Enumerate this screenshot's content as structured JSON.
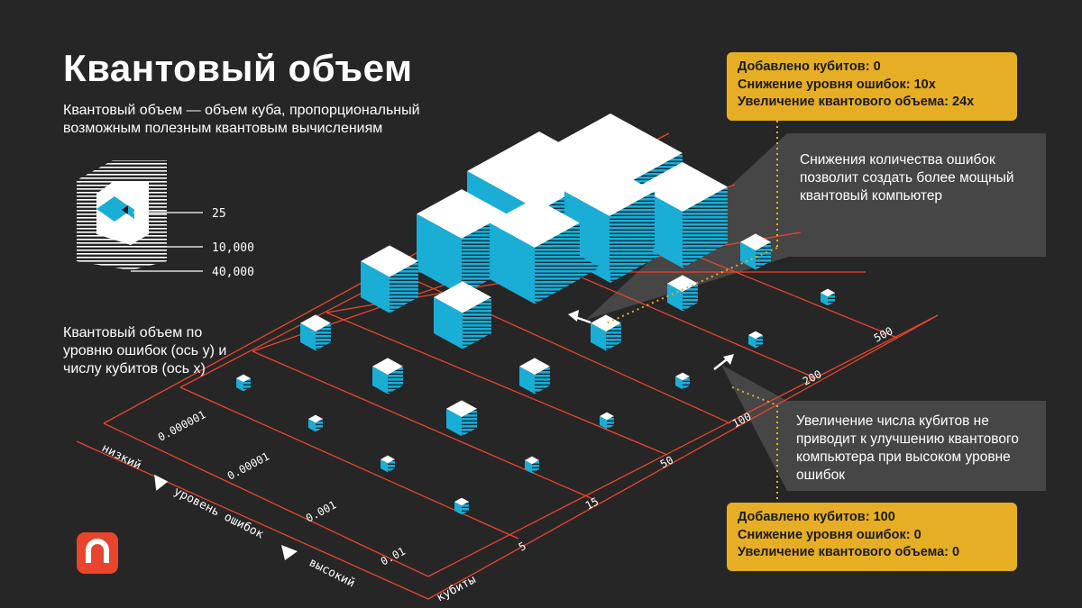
{
  "title": "Квантовый объем",
  "subtitle": "Квантовый объем — объем куба, пропорциональный возможным полезным квантовым вычислениям",
  "legend": {
    "values": [
      "25",
      "10,000",
      "40,000"
    ]
  },
  "ylabel": "Квантовый объем по уровню ошибок (ось y) и числу кубитов (ось x)",
  "axis": {
    "error_low": "низкий",
    "error_label": "уровень ошибок",
    "error_high": "высокий",
    "qubits_label": "кубиты",
    "error_ticks": [
      "0.000001",
      "0.00001",
      "0.001",
      "0.01"
    ],
    "qubit_ticks": [
      "5",
      "15",
      "50",
      "100",
      "200",
      "500"
    ]
  },
  "callout_top": "Снижения количества ошибок позволит создать более мощный квантовый компьютер",
  "callout_bottom": "Увеличение числа кубитов не приводит к улучшению квантового компьютера при высоком уровне ошибок",
  "box_top": {
    "l1_label": "Добавлено кубитов: ",
    "l1_value": "0",
    "l2_label": "Снижение уровня ошибок: ",
    "l2_value": "10x",
    "l3_label": "Увеличение квантового объема: ",
    "l3_value": "24x"
  },
  "box_bottom": {
    "l1_label": "Добавлено кубитов: ",
    "l1_value": "100",
    "l2_label": "Снижение уровня ошибок: ",
    "l2_value": "0",
    "l3_label": "Увеличение квантового объема: ",
    "l3_value": "0"
  },
  "colors": {
    "background": "#262626",
    "grid": "#E8452C",
    "cube_top": "#ffffff",
    "cube_side": "#1AADD6",
    "accent": "#E6AE25"
  }
}
